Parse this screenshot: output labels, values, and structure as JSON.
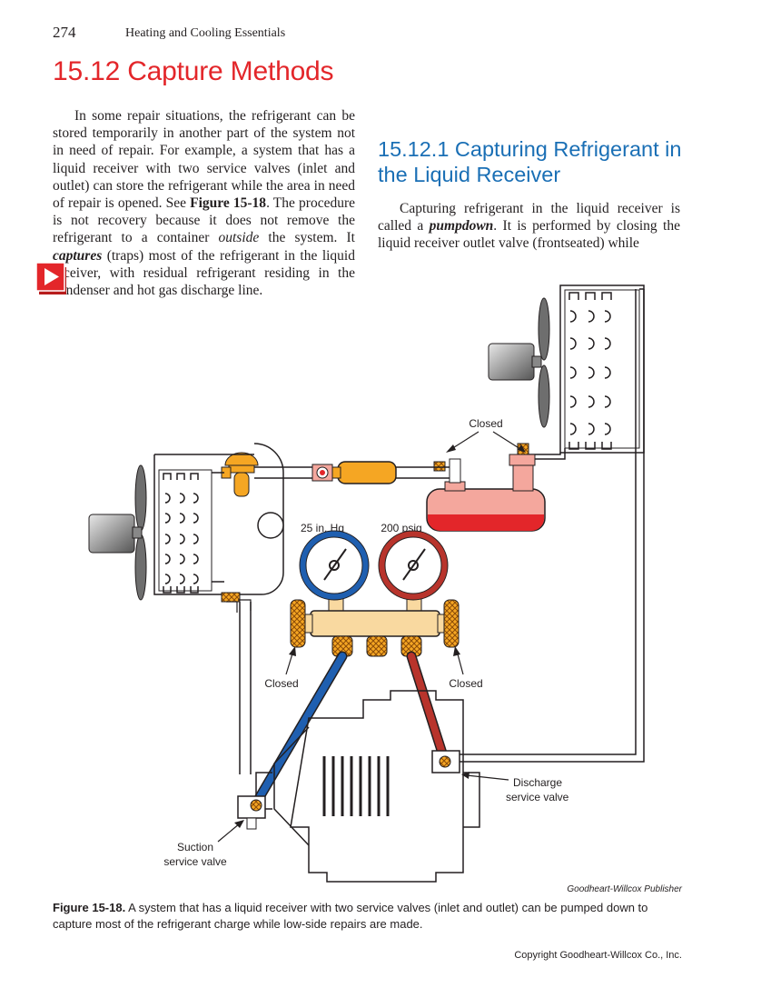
{
  "header": {
    "page_number": "274",
    "running_title": "Heating and Cooling Essentials"
  },
  "section": {
    "title": "15.12 Capture Methods",
    "para1": {
      "text1": "In some repair situations, the refrigerant can be stored temporarily in another part of the system not in need of repair. For example, a system that has a liquid receiver with two service valves (inlet and outlet) can store the refrigerant while the area in need of repair is opened. See ",
      "fig_ref": "Figure 15-18",
      "text2": ". The procedure is not recovery because it does not remove the refrigerant to a container ",
      "outside": "outside",
      "text3": " the system. It ",
      "captures": "captures",
      "text4": " (traps) most of the refrigerant in the liquid receiver, with residual refrigerant residing in the condenser and hot gas discharge line."
    }
  },
  "subsection": {
    "title": "15.12.1 Capturing Refrigerant in the Liquid Receiver",
    "para1": {
      "text1": "Capturing refrigerant in the liquid receiver is called a ",
      "pumpdown": "pumpdown",
      "text2": ". It is performed by closing the liquid receiver outlet valve (frontseated) while"
    }
  },
  "figure": {
    "label_closed_top": "Closed",
    "gauge_low_label": "25 in. Hg",
    "gauge_high_label": "200 psig",
    "label_closed_left": "Closed",
    "label_closed_right": "Closed",
    "label_discharge_1": "Discharge",
    "label_discharge_2": "service valve",
    "label_suction_1": "Suction",
    "label_suction_2": "service valve",
    "credit": "Goodheart-Willcox Publisher",
    "caption_number": "Figure 15-18.",
    "caption_text": " A system that has a liquid receiver with two service valves (inlet and outlet) can be pumped down to capture most of the refrigerant charge while low-side repairs are made."
  },
  "footer": {
    "copyright": "Copyright Goodheart-Willcox Co., Inc."
  },
  "colors": {
    "section_red": "#e3262a",
    "subsection_blue": "#1a6fb5",
    "hose_blue": "#1f5fb0",
    "hose_red": "#b8342c",
    "brass": "#f5a623"
  },
  "icons": {
    "play": "play-video-icon"
  }
}
